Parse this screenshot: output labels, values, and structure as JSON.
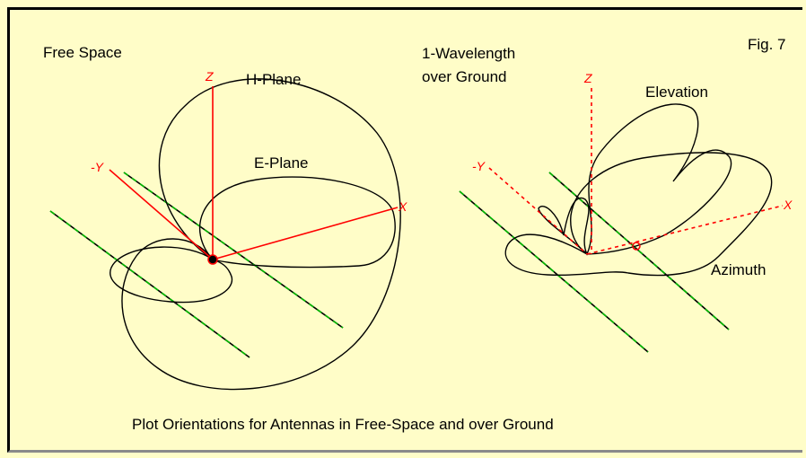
{
  "left_panel": {
    "title": "Free Space",
    "h_plane": "H-Plane",
    "e_plane": "E-Plane"
  },
  "right_panel": {
    "title_line1": "1-Wavelength",
    "title_line2": "over Ground",
    "elevation": "Elevation",
    "azimuth": "Azimuth"
  },
  "fig_label": "Fig. 7",
  "axis_labels": {
    "z": "Z",
    "y": "-Y",
    "x": "X"
  },
  "caption": "Plot Orientations for Antennas in Free-Space and over Ground",
  "colors": {
    "background": "#fffdc8",
    "axis": "#ff0000",
    "ground_line": "#00bb00",
    "pattern": "#000000"
  }
}
